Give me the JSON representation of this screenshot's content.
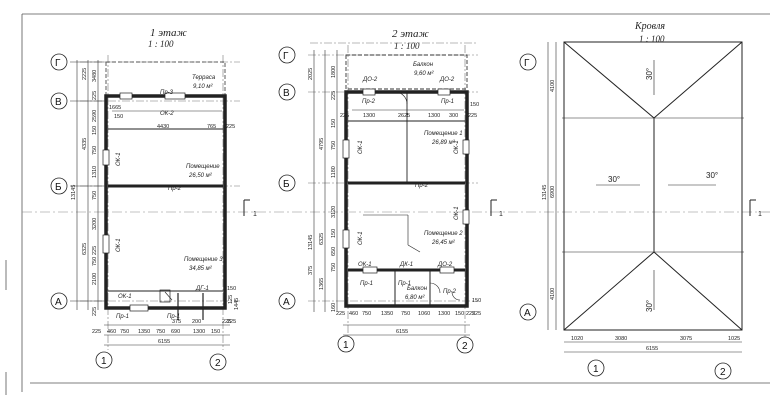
{
  "plan1": {
    "title": "1 этаж",
    "scale": "1 : 100",
    "rooms": {
      "terrace": "Терраса",
      "terrace_area": "9,10 м²",
      "room1": "Помещение",
      "room1_area": "26,50 м²",
      "room2": "Помещение 3",
      "room2_area": "34,85 м²"
    },
    "openings": {
      "pr3": "Пр-3",
      "ok2": "ОК-2",
      "ok1_left_upper": "ОК-1",
      "pr2": "Пр-2",
      "ok1_left_lower": "ОК-1",
      "ok1_bottom": "ОК-1",
      "dg1": "ДГ-1",
      "pr1a": "Пр-1",
      "pr1b": "Пр-1"
    },
    "dims_left": [
      "2225",
      "3480",
      "225",
      "2590",
      "150",
      "4335",
      "750",
      "1310",
      "13145",
      "750",
      "3200",
      "225",
      "6325",
      "2100",
      "750",
      "225"
    ],
    "dims_top": [
      "1665",
      "4430",
      "765",
      "150",
      "225"
    ],
    "dims_bottom": [
      "225",
      "460",
      "750",
      "1350",
      "750",
      "690",
      "375",
      "200",
      "1300",
      "150",
      "225",
      "6155"
    ],
    "dims_right": [
      "150",
      "125",
      "1445",
      "225"
    ]
  },
  "plan2": {
    "title": "2 этаж",
    "scale": "1 : 100",
    "rooms": {
      "balcony_top": "Балкон",
      "balcony_top_area": "9,60 м²",
      "room1": "Помещение 1",
      "room1_area": "26,89 м²",
      "room2": "Помещение 2",
      "room2_area": "26,45 м²",
      "balcony_bottom": "Балкон",
      "balcony_bottom_area": "6,80 м²"
    },
    "openings": {
      "do2_top_left": "ДО-2",
      "do2_top_right": "ДО-2",
      "pr2_tl": "Пр-2",
      "pr1_tr": "Пр-1",
      "ok1_a": "ОК-1",
      "ok1_b": "ОК-1",
      "pr2_mid": "Пр-2",
      "ok1_c": "ОК-1",
      "ok1_d": "ОК-1",
      "ok1_bottom": "ОК-1",
      "dk1": "ДК-1",
      "do2_bottom": "ДО-2",
      "pr1_bl": "Пр-1",
      "pr1_bm": "Пр-1",
      "pr2_br": "Пр-2"
    },
    "dims_left": [
      "2025",
      "1800",
      "225",
      "13145",
      "4795",
      "150",
      "1180",
      "750",
      "3120",
      "150",
      "6325",
      "375",
      "650",
      "750",
      "1365",
      "160"
    ],
    "dims_top": [
      "225",
      "1300",
      "2625",
      "1300",
      "300",
      "225"
    ],
    "dims_bottom": [
      "225",
      "460",
      "750",
      "1350",
      "750",
      "1060",
      "1300",
      "150",
      "225",
      "6155"
    ],
    "dims_right": [
      "150",
      "150",
      "225"
    ]
  },
  "roof": {
    "title": "Кровля",
    "scale": "1 : 100",
    "slope_top": "30°",
    "slope_left": "30°",
    "slope_right": "30°",
    "slope_bottom": "30°",
    "dims_left": [
      "4100",
      "13145",
      "6900",
      "4100"
    ],
    "dims_bottom": [
      "1020",
      "3080",
      "3075",
      "1025",
      "6155"
    ]
  },
  "axes": {
    "g": "Г",
    "v": "В",
    "b": "Б",
    "a": "А",
    "one": "1",
    "two": "2"
  },
  "section_mark": "1"
}
